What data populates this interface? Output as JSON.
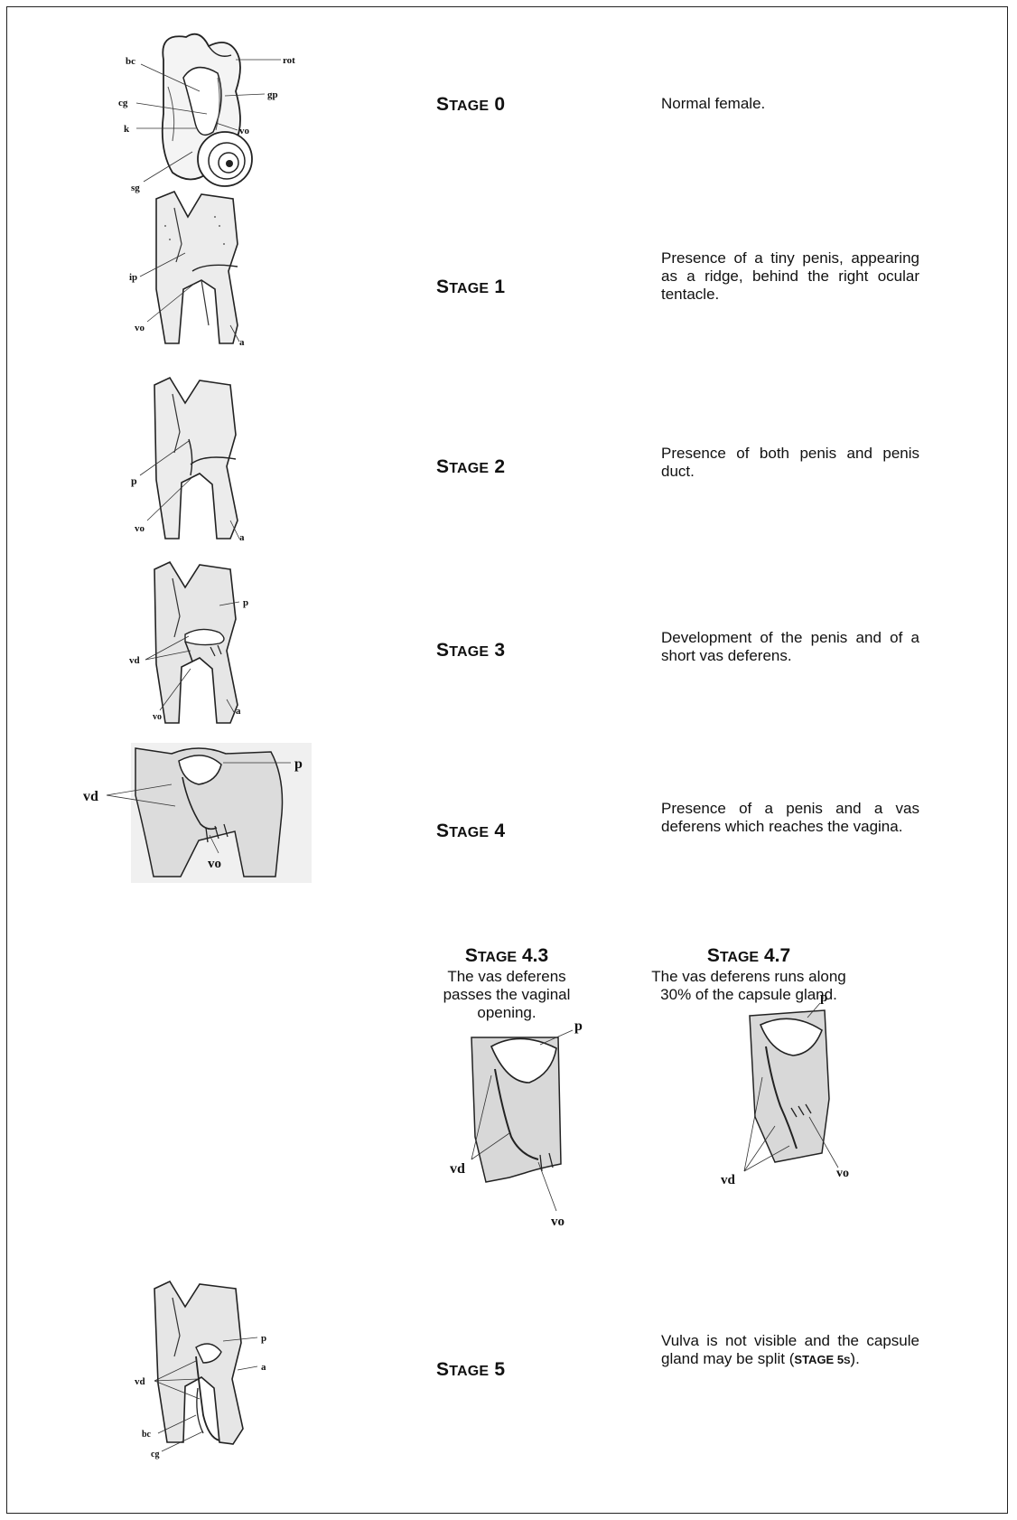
{
  "rows": [
    {
      "stage_first": "S",
      "stage_rest": "TAGE",
      "stage_num": "0",
      "description": "Normal female.",
      "fig_labels": [
        "bc",
        "cg",
        "k",
        "sg",
        "rot",
        "gp",
        "vo"
      ]
    },
    {
      "stage_first": "S",
      "stage_rest": "TAGE",
      "stage_num": "1",
      "description": "Presence of a tiny penis, appearing as a ridge, behind the right ocular tentacle.",
      "fig_labels": [
        "ip",
        "vo",
        "a"
      ]
    },
    {
      "stage_first": "S",
      "stage_rest": "TAGE",
      "stage_num": "2",
      "description": "Presence of both penis and penis duct.",
      "fig_labels": [
        "p",
        "vo",
        "a"
      ]
    },
    {
      "stage_first": "S",
      "stage_rest": "TAGE",
      "stage_num": "3",
      "description": "Development of the penis and of a short vas deferens.",
      "fig_labels": [
        "p",
        "vd",
        "vo",
        "a"
      ]
    },
    {
      "stage_first": "S",
      "stage_rest": "TAGE",
      "stage_num": "4",
      "description": "Presence of a penis and a vas deferens which reaches the vagina.",
      "fig_labels": [
        "p",
        "vd",
        "vo"
      ]
    }
  ],
  "substages": [
    {
      "stage_first": "S",
      "stage_rest": "TAGE",
      "stage_num": "4.3",
      "description": "The vas deferens passes the vaginal opening.",
      "fig_labels": [
        "p",
        "vd",
        "vo"
      ]
    },
    {
      "stage_first": "S",
      "stage_rest": "TAGE",
      "stage_num": "4.7",
      "description": "The vas deferens runs along 30% of the capsule gland.",
      "fig_labels": [
        "p",
        "vd",
        "vo"
      ]
    }
  ],
  "stage5": {
    "stage_first": "S",
    "stage_rest": "TAGE",
    "stage_num": "5",
    "description_a": "Vulva is not visible and the capsule gland may be split (",
    "description_code_first": "STAGE 5",
    "description_code_last": "S",
    "description_b": ").",
    "fig_labels": [
      "p",
      "vd",
      "a",
      "bc",
      "cg"
    ]
  }
}
